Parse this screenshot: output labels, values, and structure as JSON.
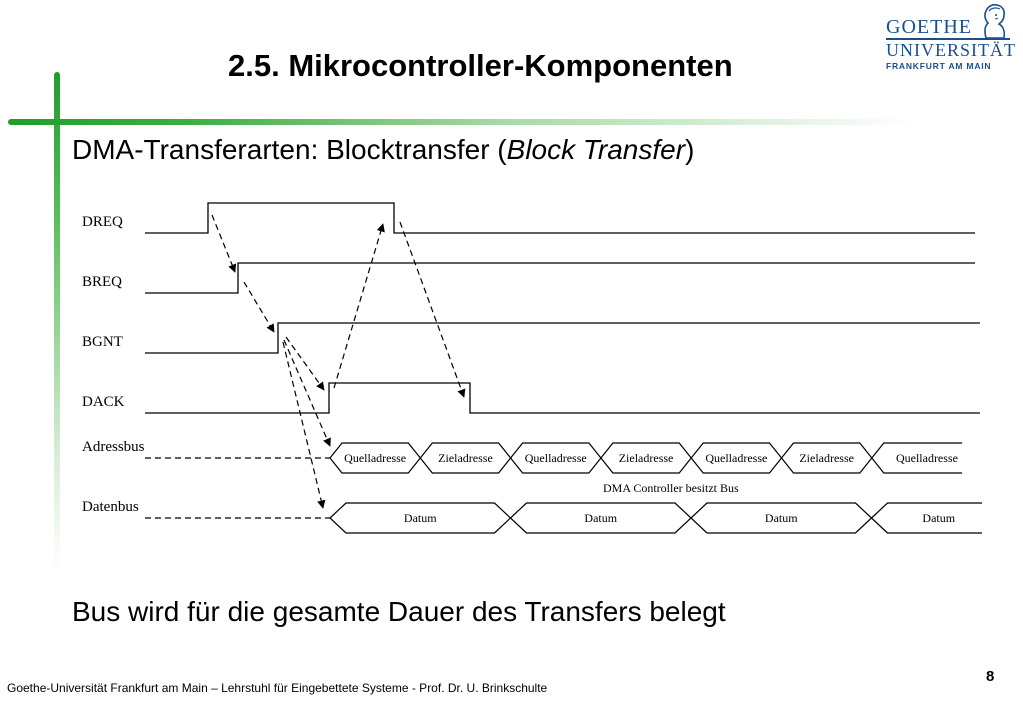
{
  "header": {
    "title": "2.5. Mikrocontroller-Komponenten",
    "subtitle_prefix": "DMA-Transferarten: Blocktransfer (",
    "subtitle_italic": "Block Transfer",
    "subtitle_suffix": ")"
  },
  "logo": {
    "line1": "GOETHE",
    "line2": "UNIVERSITÄT",
    "line3": "FRANKFURT AM MAIN"
  },
  "diagram": {
    "signals": {
      "dreq": "DREQ",
      "breq": "BREQ",
      "bgnt": "BGNT",
      "dack": "DACK",
      "adressbus": "Adressbus",
      "datenbus": "Datenbus"
    },
    "address_cells": [
      "Quelladresse",
      "Zieladresse",
      "Quelladresse",
      "Zieladresse",
      "Quelladresse",
      "Zieladresse",
      "Quelladresse"
    ],
    "data_cells": [
      "Datum",
      "Datum",
      "Datum",
      "Datum"
    ],
    "bus_note": "DMA Controller besitzt Bus"
  },
  "body": {
    "bottom_text": "Bus wird für die gesamte Dauer des Transfers belegt"
  },
  "footer": {
    "text": "Goethe-Universität Frankfurt am Main – Lehrstuhl für Eingebettete Systeme - Prof. Dr. U. Brinkschulte",
    "page_number": "8"
  },
  "colors": {
    "accent_green": "#1f9e2a",
    "logo_blue": "#1a4f8a"
  }
}
